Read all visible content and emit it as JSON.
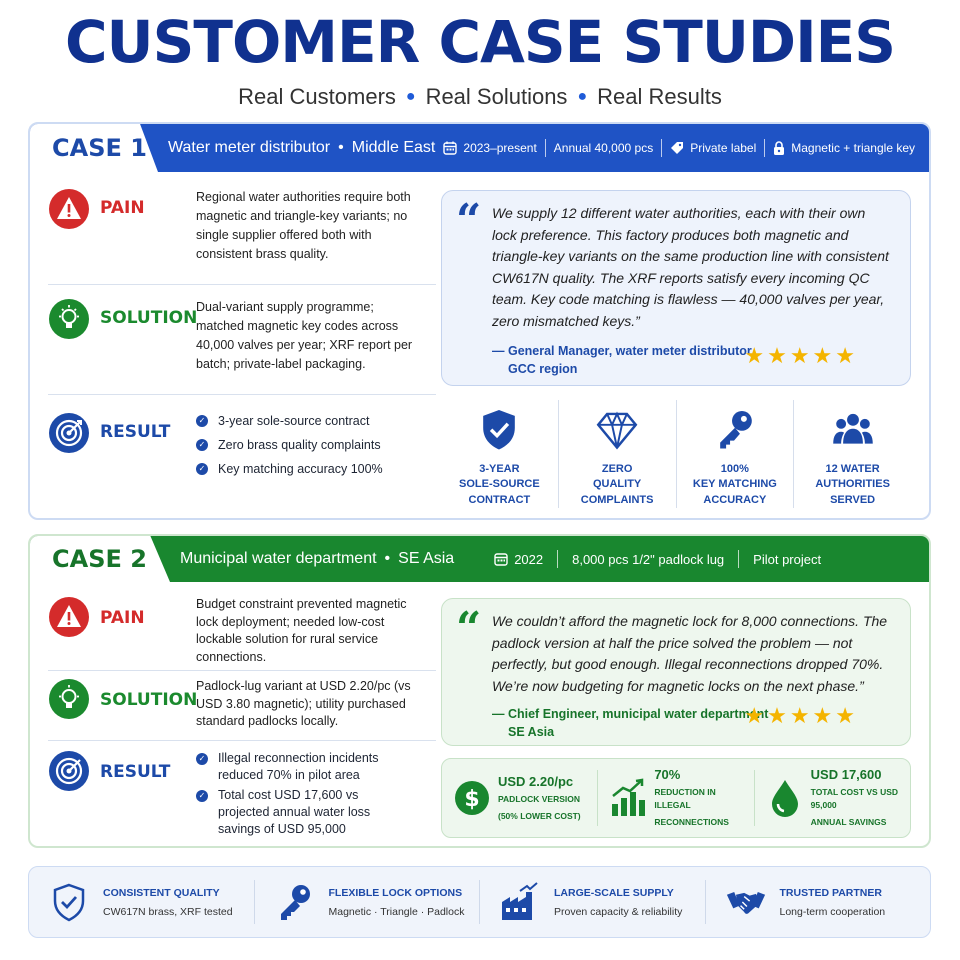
{
  "header": {
    "title": "CUSTOMER CASE STUDIES",
    "subtitle": [
      "Real Customers",
      "Real Solutions",
      "Real Results"
    ]
  },
  "colors": {
    "blue": "#1f53c5",
    "navy": "#10318f",
    "green": "#19872f",
    "red": "#d42b2b",
    "star": "#f4b400"
  },
  "case1": {
    "tag": "CASE 1",
    "customer": "Water meter distributor",
    "region": "Middle East",
    "meta": [
      {
        "icon": "calendar-icon",
        "text": "2023–present"
      },
      {
        "icon": "",
        "text": "Annual 40,000 pcs"
      },
      {
        "icon": "tag-icon",
        "text": "Private label"
      },
      {
        "icon": "lock-icon",
        "text": "Magnetic + triangle key"
      }
    ],
    "pain_label": "PAIN",
    "pain_text": "Regional water authorities require both magnetic and triangle-key variants; no single supplier offered both with consistent brass quality.",
    "solution_label": "SOLUTION",
    "solution_text": "Dual-variant supply programme; matched magnetic key codes across 40,000 valves per year; XRF report per batch; private-label packaging.",
    "result_label": "RESULT",
    "results": [
      "3-year sole-source contract",
      "Zero brass quality complaints",
      "Key matching accuracy 100%"
    ],
    "quote": "We supply 12 different water authorities, each with their own lock preference. This factory produces both magnetic and triangle-key variants on the same production line with consistent CW617N quality. The XRF reports satisfy every incoming QC team. Key code matching is flawless — 40,000 valves per year, zero mismatched keys.”",
    "author_line1": "— General Manager, water meter distributor",
    "author_line2": "GCC region",
    "stars": "★★★★★",
    "rating": 5,
    "stats": [
      {
        "icon": "shield-check-icon",
        "l1": "3-YEAR",
        "l2": "SOLE-SOURCE",
        "l3": "CONTRACT"
      },
      {
        "icon": "diamond-icon",
        "l1": "ZERO",
        "l2": "QUALITY",
        "l3": "COMPLAINTS"
      },
      {
        "icon": "key-icon",
        "l1": "100%",
        "l2": "KEY MATCHING",
        "l3": "ACCURACY"
      },
      {
        "icon": "people-icon",
        "l1": "12 WATER",
        "l2": "AUTHORITIES",
        "l3": "SERVED"
      }
    ]
  },
  "case2": {
    "tag": "CASE 2",
    "customer": "Municipal water department",
    "region": "SE Asia",
    "meta": [
      {
        "icon": "calendar-icon",
        "text": "2022"
      },
      {
        "icon": "",
        "text": "8,000 pcs 1/2\" padlock lug"
      },
      {
        "icon": "",
        "text": "Pilot project"
      }
    ],
    "pain_label": "PAIN",
    "pain_text": "Budget constraint prevented magnetic lock deployment; needed low-cost lockable solution for rural service connections.",
    "solution_label": "SOLUTION",
    "solution_text": "Padlock-lug variant at USD 2.20/pc (vs USD 3.80 magnetic); utility purchased standard padlocks locally.",
    "result_label": "RESULT",
    "results": [
      "Illegal reconnection incidents reduced 70% in pilot area",
      "Total cost USD 17,600 vs projected annual water loss savings of USD 95,000"
    ],
    "quote": "We couldn’t afford the magnetic lock for 8,000 connections. The padlock version at half the price solved the problem — not perfectly, but good enough. Illegal reconnections dropped 70%. We’re now budgeting for magnetic locks on the next phase.”",
    "author_line1": "— Chief Engineer, municipal water department",
    "author_line2": "SE Asia",
    "stars": "★★★★★",
    "rating": 5,
    "stats": [
      {
        "icon": "dollar-icon",
        "big": "USD 2.20/pc",
        "s1": "PADLOCK VERSION",
        "s2": "(50% LOWER COST)"
      },
      {
        "icon": "growth-chart-icon",
        "big": "70%",
        "s1": "REDUCTION IN ILLEGAL",
        "s2": "RECONNECTIONS"
      },
      {
        "icon": "water-drop-icon",
        "big": "USD 17,600",
        "s1": "TOTAL COST VS USD 95,000",
        "s2": "ANNUAL SAVINGS"
      }
    ]
  },
  "footer": [
    {
      "icon": "shield-check-icon",
      "title": "CONSISTENT QUALITY",
      "sub": "CW617N brass, XRF tested"
    },
    {
      "icon": "key-icon",
      "title": "FLEXIBLE LOCK OPTIONS",
      "sub": "Magnetic · Triangle · Padlock"
    },
    {
      "icon": "factory-icon",
      "title": "LARGE-SCALE SUPPLY",
      "sub": "Proven capacity & reliability"
    },
    {
      "icon": "handshake-icon",
      "title": "TRUSTED PARTNER",
      "sub": "Long-term cooperation"
    }
  ]
}
